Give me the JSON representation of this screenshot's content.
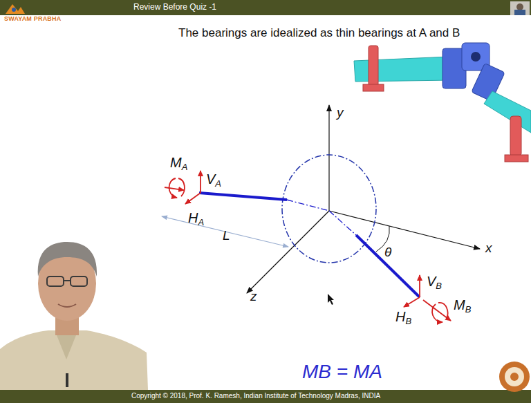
{
  "diagram": {
    "title": "The bearings are idealized as thin bearings at A and B",
    "labels": [
      "Review Before Quiz -1",
      "SWAYAM PRABHA",
      "y",
      "x",
      "z",
      "MA",
      "VA",
      "HA",
      "L",
      "θ",
      "VB",
      "HB",
      "MB",
      "MB = MA",
      "Copyright © 2018, Prof. K. Ramesh, Indian Institute of Technology Madras, INDIA"
    ]
  }
}
